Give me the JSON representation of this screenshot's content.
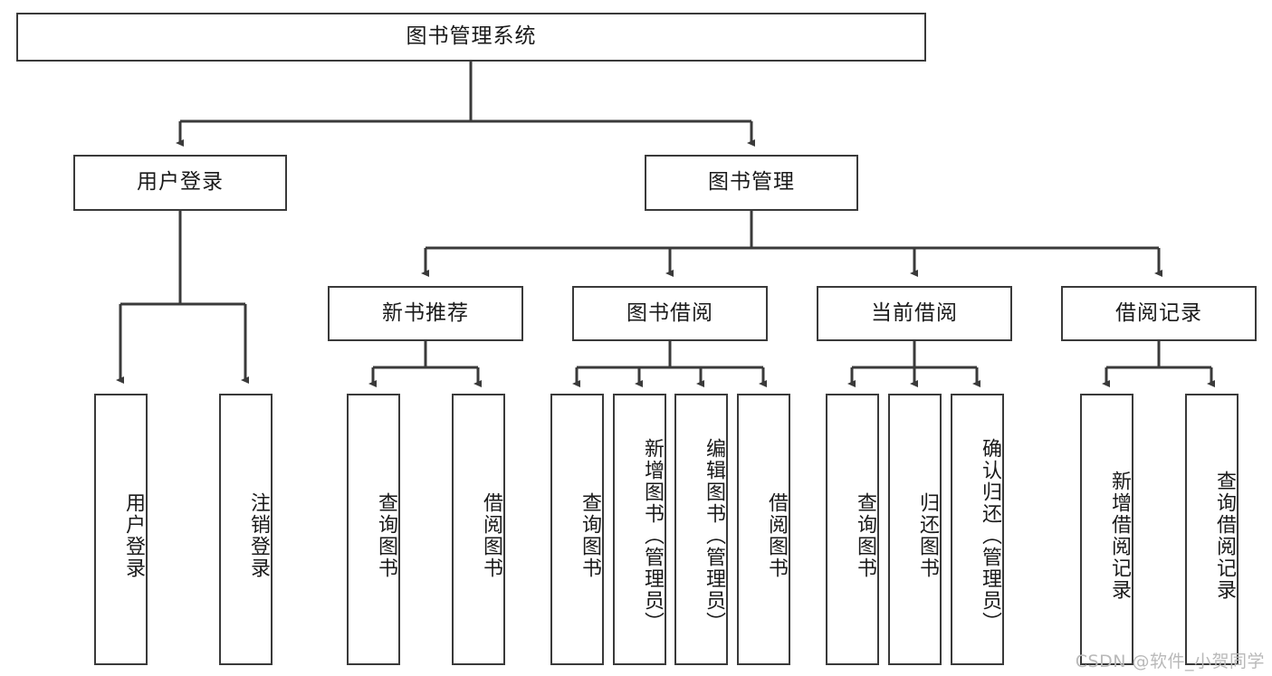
{
  "diagram": {
    "title": "图书管理系统",
    "type": "tree-hierarchy",
    "root": {
      "id": "root",
      "label": "图书管理系统"
    },
    "level2": [
      {
        "id": "user-login",
        "label": "用户登录"
      },
      {
        "id": "book-management",
        "label": "图书管理"
      }
    ],
    "level3": [
      {
        "id": "new-book-recommend",
        "label": "新书推荐"
      },
      {
        "id": "book-borrow",
        "label": "图书借阅"
      },
      {
        "id": "current-borrow",
        "label": "当前借阅"
      },
      {
        "id": "borrow-record",
        "label": "借阅记录"
      }
    ],
    "leaves": {
      "user_login": [
        {
          "id": "leaf-user-login",
          "label": "用户登录"
        },
        {
          "id": "leaf-logout",
          "label": "注销登录"
        }
      ],
      "new_book_recommend": [
        {
          "id": "leaf-query-book-1",
          "label": "查询图书"
        },
        {
          "id": "leaf-borrow-book-1",
          "label": "借阅图书"
        }
      ],
      "book_borrow": [
        {
          "id": "leaf-query-book-2",
          "label": "查询图书"
        },
        {
          "id": "leaf-add-book",
          "label": "新增图书（管理员）"
        },
        {
          "id": "leaf-edit-book",
          "label": "编辑图书（管理员）"
        },
        {
          "id": "leaf-borrow-book-2",
          "label": "借阅图书"
        }
      ],
      "current_borrow": [
        {
          "id": "leaf-query-book-3",
          "label": "查询图书"
        },
        {
          "id": "leaf-return-book",
          "label": "归还图书"
        },
        {
          "id": "leaf-confirm-return",
          "label": "确认归还（管理员）"
        }
      ],
      "borrow_record": [
        {
          "id": "leaf-add-record",
          "label": "新增借阅记录"
        },
        {
          "id": "leaf-query-record",
          "label": "查询借阅记录"
        }
      ]
    },
    "colors": {
      "border": "#3a3a3a",
      "connector": "#3a3a3a",
      "background": "#ffffff",
      "text": "#1a1a1a",
      "watermark": "#b9b9b9"
    }
  },
  "watermark": {
    "text": "CSDN @软件_小贺同学"
  }
}
